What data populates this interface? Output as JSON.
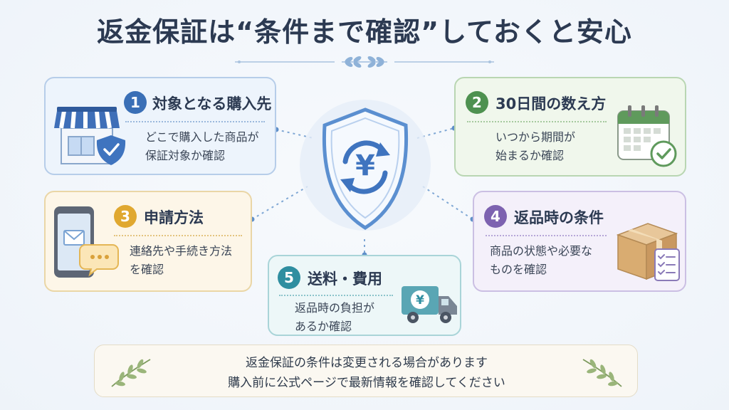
{
  "title": "返金保証は“条件まで確認”しておくと安心",
  "cards": [
    {
      "num": "1",
      "title": "対象となる購入先",
      "desc": [
        "どこで購入した商品が",
        "保証対象か確認"
      ],
      "color": "#3a6fb6"
    },
    {
      "num": "2",
      "title": "30日間の数え方",
      "desc": [
        "いつから期間が",
        "始まるか確認"
      ],
      "color": "#4e9150"
    },
    {
      "num": "3",
      "title": "申請方法",
      "desc": [
        "連絡先や手続き方法",
        "を確認"
      ],
      "color": "#e0a830"
    },
    {
      "num": "4",
      "title": "返品時の条件",
      "desc": [
        "商品の状態や必要な",
        "ものを確認"
      ],
      "color": "#7d62b0"
    },
    {
      "num": "5",
      "title": "送料・費用",
      "desc": [
        "返品時の負担が",
        "あるか確認"
      ],
      "color": "#2f8ea0"
    }
  ],
  "center_symbol": "¥",
  "truck_symbol": "¥",
  "note": [
    "返金保証の条件は変更される場合があります",
    "購入前に公式ページで最新情報を確認してください"
  ],
  "icons": [
    "shop-shield-icon",
    "calendar-check-icon",
    "phone-mail-icon",
    "box-checklist-icon",
    "yen-truck-icon",
    "shield-yen-refresh-icon",
    "leaf-icon"
  ]
}
